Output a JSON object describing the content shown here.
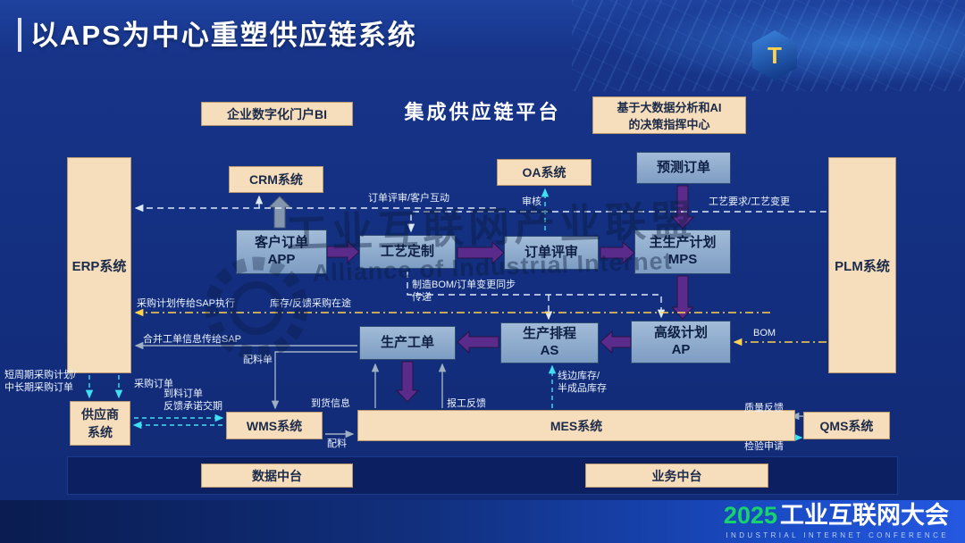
{
  "header": {
    "title": "以APS为中心重塑供应链系统",
    "emblem_glyph": "T"
  },
  "platform": {
    "portal_bi": "企业数字化门户BI",
    "title": "集成供应链平台",
    "ai_center": "基于大数据分析和AI\n的决策指挥中心"
  },
  "systems": {
    "erp": "ERP系统",
    "plm": "PLM系统",
    "crm": "CRM系统",
    "oa": "OA系统",
    "supplier": "供应商\n系统",
    "wms": "WMS系统",
    "mes": "MES系统",
    "qms": "QMS系统"
  },
  "process": {
    "forecast": "预测订单",
    "customer_app": "客户订单\nAPP",
    "craft": "工艺定制",
    "review": "订单评审",
    "mps": "主生产计划\nMPS",
    "work_order": "生产工单",
    "schedule": "生产排程\nAS",
    "advanced_plan": "高级计划\nAP"
  },
  "midplatform": {
    "data": "数据中台",
    "business": "业务中台"
  },
  "labels": {
    "order_interaction": "订单评审/客户互动",
    "audit": "审核",
    "craft_change": "工艺要求/工艺变更",
    "bom_sync": "制造BOM/订单变更同步\n传递",
    "purchase_plan": "采购计划传给SAP执行",
    "inventory_transit": "库存/反馈采购在途",
    "merge_order": "合并工单信息传给SAP",
    "material_list": "配料单",
    "short_long_plan": "短周期采购计划/\n中长期采购订单",
    "purchase_order": "采购订单",
    "arrival_commit": "到料订单\n反馈承诺交期",
    "arrival_info": "到货信息",
    "work_report": "报工反馈",
    "line_stock": "线边库存/\n半成品库存",
    "bom": "BOM",
    "quality_feedback": "质量反馈",
    "inspection_request": "检验申请",
    "material": "配料"
  },
  "watermark": {
    "line1": "工业互联网产业联盟",
    "line2": "Alliance of Industrial Internet"
  },
  "footer": {
    "year": "2025",
    "title": "工业互联网大会",
    "subtitle": "INDUSTRIAL INTERNET CONFERENCE"
  },
  "colors": {
    "accent_purple": "#5a2b8a",
    "cyan": "#3fe0f2",
    "yellow": "#ffd24d",
    "tan_box": "#f6debc",
    "steel_blue_box": "#8aa6c8",
    "footer_green": "#17d36e"
  }
}
